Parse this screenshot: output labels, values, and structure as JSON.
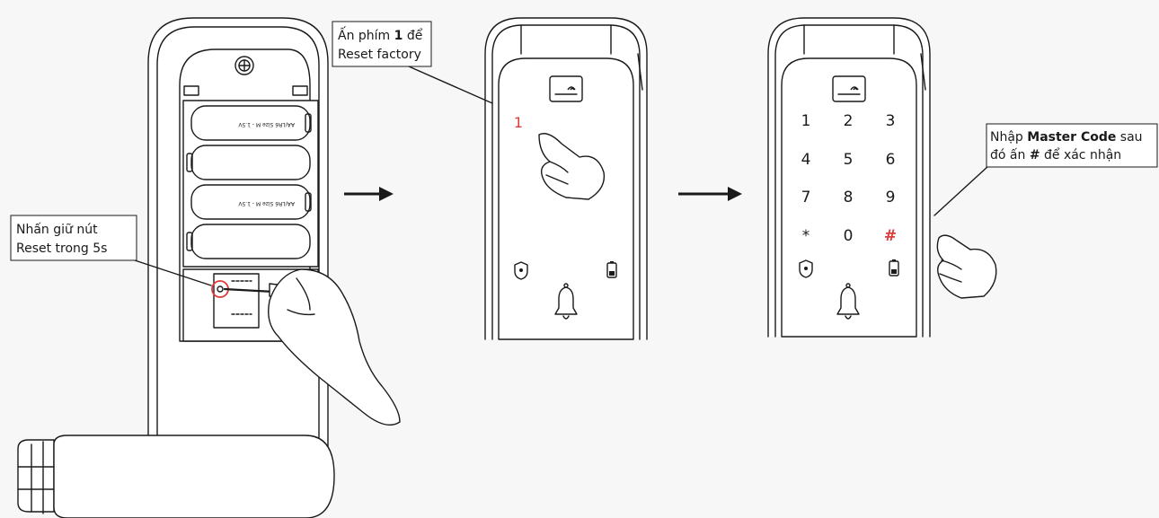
{
  "step1": {
    "callout_line1": "Nhấn giữ nút",
    "callout_line2": "Reset trong 5s",
    "battery_label": "AA/LR6 Size M - 1.5V"
  },
  "step2": {
    "callout_line1_a": "Ấn phím ",
    "callout_line1_key": "1",
    "callout_line1_b": " để",
    "callout_line2": "Reset factory",
    "highlight_key": "1"
  },
  "step3": {
    "callout_line1_a": "Nhập ",
    "callout_line1_bold": "Master Code",
    "callout_line1_b": " sau",
    "callout_line2_a": "đó ấn ",
    "callout_line2_bold": "#",
    "callout_line2_b": " để xác nhận",
    "keypad": {
      "k1": "1",
      "k2": "2",
      "k3": "3",
      "k4": "4",
      "k5": "5",
      "k6": "6",
      "k7": "7",
      "k8": "8",
      "k9": "9",
      "kstar": "*",
      "k0": "0",
      "khash": "#"
    }
  },
  "colors": {
    "accent": "#e03a3a",
    "line": "#1a1a1a",
    "background": "#f7f7f7"
  },
  "icons": [
    "fingerprint-reader-icon",
    "shield-icon",
    "battery-icon",
    "bell-icon",
    "hand-icon",
    "arrow-icon",
    "screwdriver-icon",
    "reset-button-icon"
  ]
}
